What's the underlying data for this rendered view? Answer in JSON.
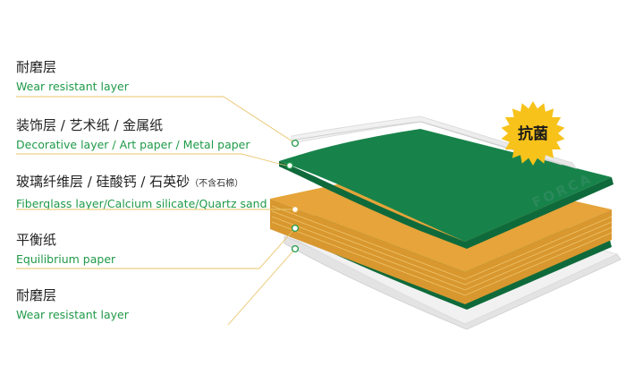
{
  "layers": [
    {
      "zh": "耐磨层",
      "en": "Wear resistant layer"
    },
    {
      "zh": "装饰层 / 艺术纸 / 金属纸",
      "en": "Decorative layer / Art paper / Metal paper"
    },
    {
      "zh": "玻璃纤维层 / 硅酸钙 / 石英砂",
      "zh_note": "（不含石棉）",
      "en": "Fiberglass layer/Calcium silicate/Quartz sand"
    },
    {
      "zh": "平衡纸",
      "en": "Equilibrium paper"
    },
    {
      "zh": "耐磨层",
      "en": "Wear resistant layer"
    }
  ],
  "badge": {
    "text": "抗菌"
  },
  "brand": {
    "text": "FORCA"
  },
  "colors": {
    "green": "#17834a",
    "green_dark": "#0f6a3b",
    "core": "#e6a43a",
    "core_dark": "#c98a2a",
    "leader": "#e9c46a",
    "label_en": "#1f9a48",
    "badge": "#f7c21a"
  }
}
